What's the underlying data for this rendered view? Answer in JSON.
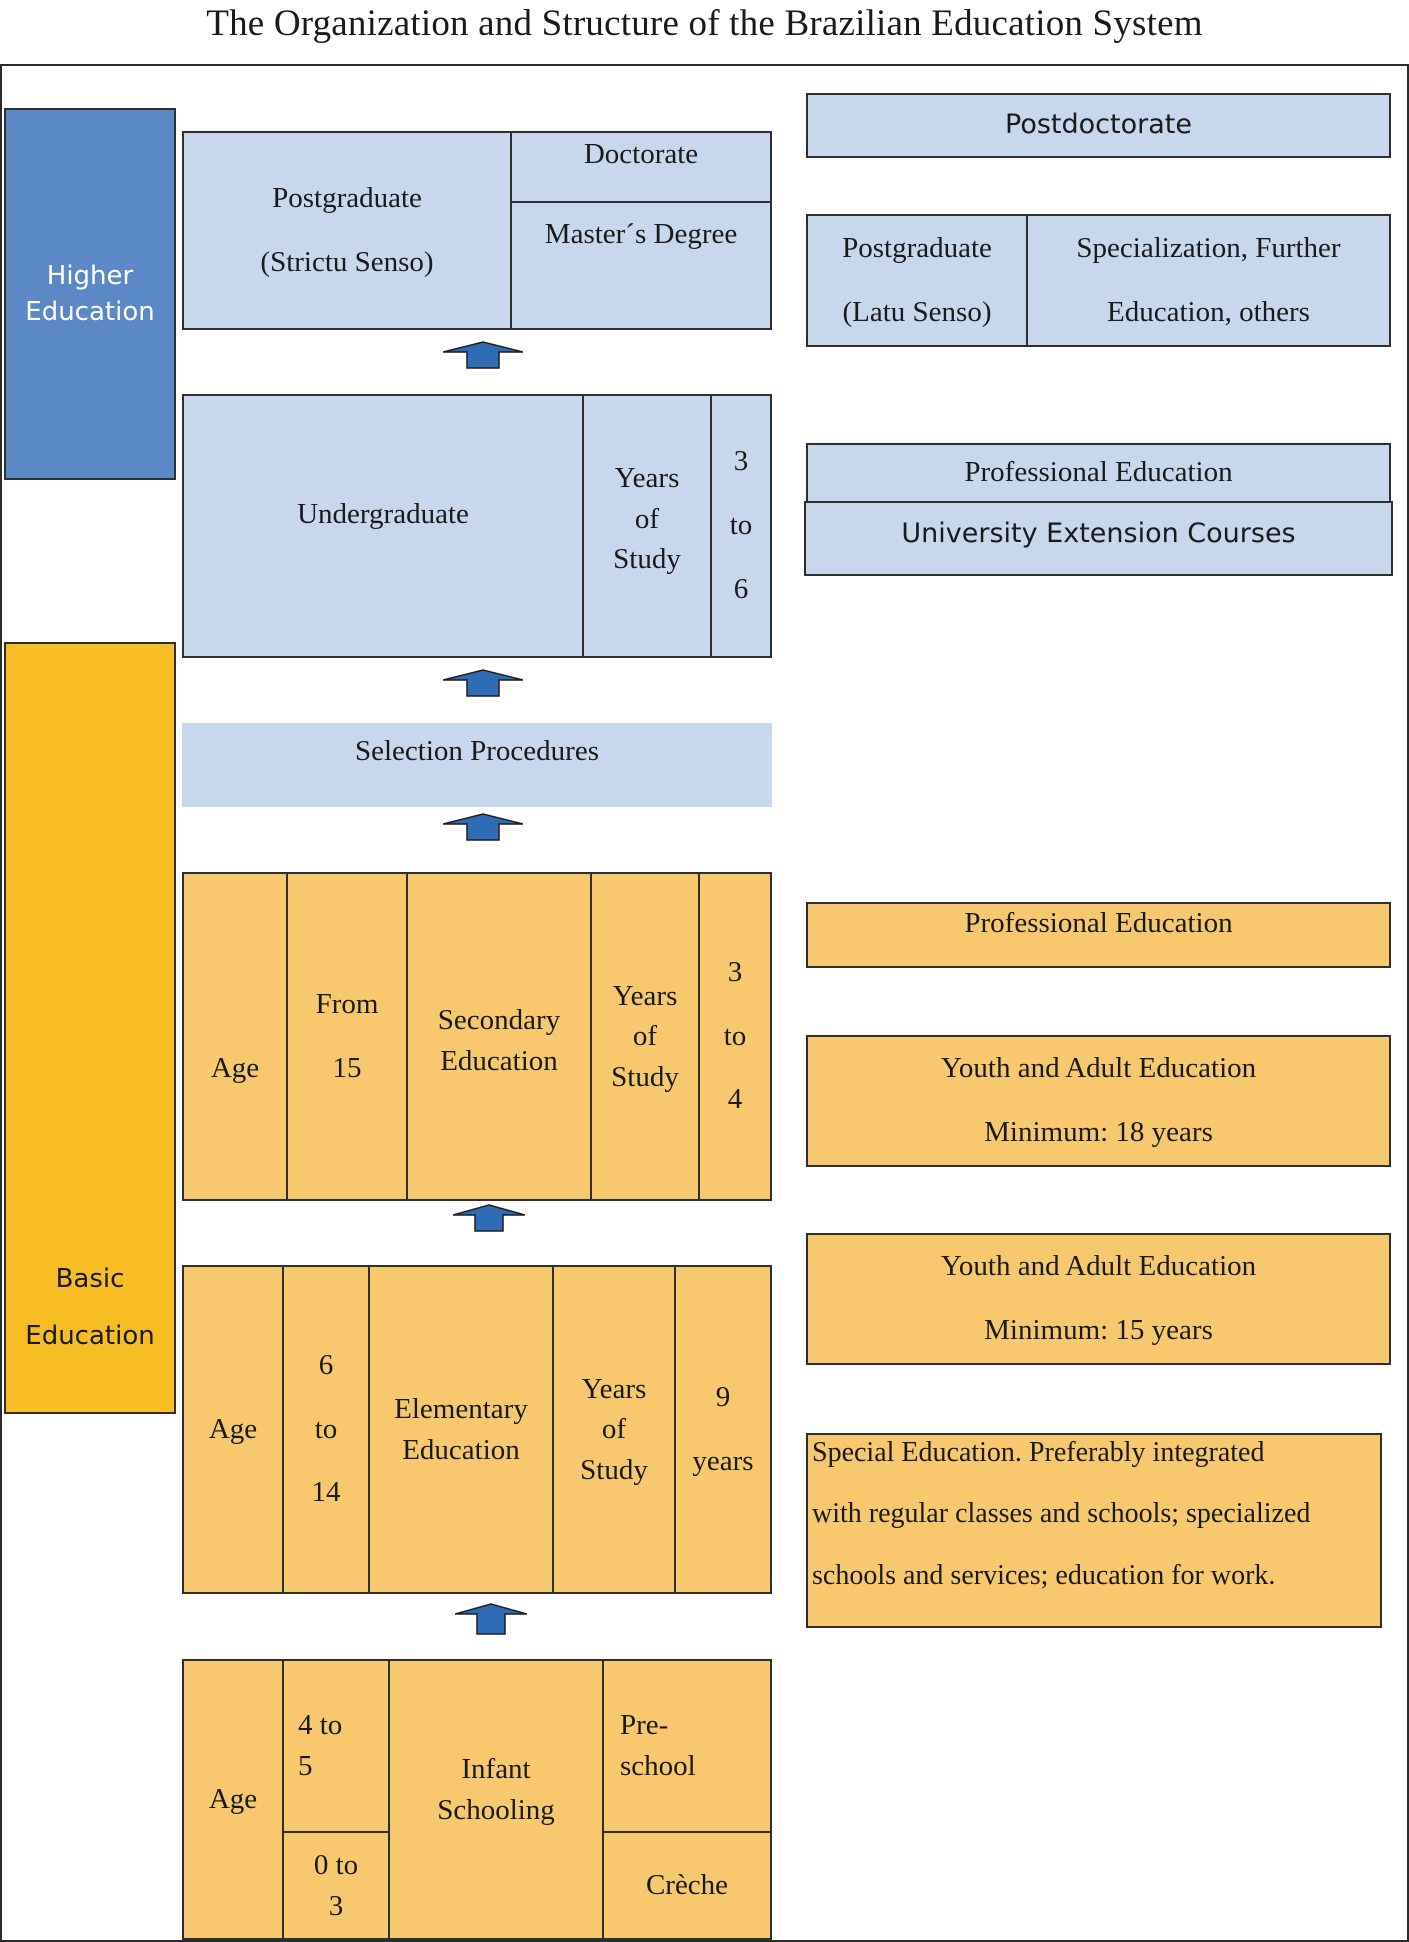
{
  "title": "The Organization and Structure of the Brazilian Education System",
  "colors": {
    "higher_fill": "#c7d7ee",
    "basic_fill": "#f8c86e",
    "higher_bar": "#5b89c6",
    "basic_bar": "#f7bd25",
    "arrow": "#2e6db5"
  },
  "sidebars": {
    "higher": [
      "Higher",
      "Education"
    ],
    "basic": [
      "Basic",
      "Education"
    ]
  },
  "postgrad_strictu": {
    "label": [
      "Postgraduate",
      "(Strictu Senso)"
    ],
    "doctorate": "Doctorate",
    "masters": "Master´s Degree"
  },
  "undergraduate": {
    "label": "Undergraduate",
    "years": [
      "Years",
      "of",
      "Study"
    ],
    "duration": [
      "3",
      "to",
      "6"
    ]
  },
  "selection": "Selection Procedures",
  "secondary": {
    "age": "Age",
    "from": [
      "From",
      "15"
    ],
    "label": [
      "Secondary",
      "Education"
    ],
    "years": [
      "Years",
      "of",
      "Study"
    ],
    "duration": [
      "3",
      "to",
      "4"
    ]
  },
  "elementary": {
    "age": "Age",
    "range": [
      "6",
      "to",
      "14"
    ],
    "label": [
      "Elementary",
      "Education"
    ],
    "years": [
      "Years",
      "of",
      "Study"
    ],
    "duration": [
      "9",
      "years"
    ]
  },
  "infant": {
    "age": "Age",
    "range_upper": [
      "4 to",
      "5"
    ],
    "range_lower": [
      "0 to",
      "3"
    ],
    "label": [
      "Infant",
      "Schooling"
    ],
    "preschool": [
      "Pre-",
      "school"
    ],
    "creche": "Crèche"
  },
  "right": {
    "postdoctorate": "Postdoctorate",
    "latu": {
      "label": [
        "Postgraduate",
        "(Latu Senso)"
      ],
      "desc": [
        "Specialization, Further",
        "Education, others"
      ]
    },
    "professional_higher": "Professional Education",
    "extension": "University Extension Courses",
    "professional_basic": "Professional Education",
    "youth18": [
      "Youth and Adult Education",
      "Minimum: 18 years"
    ],
    "youth15": [
      "Youth and Adult Education",
      "Minimum: 15 years"
    ],
    "special": [
      "Special Education. Preferably integrated",
      "with regular classes and schools; specialized",
      "schools and services; education for work."
    ]
  }
}
